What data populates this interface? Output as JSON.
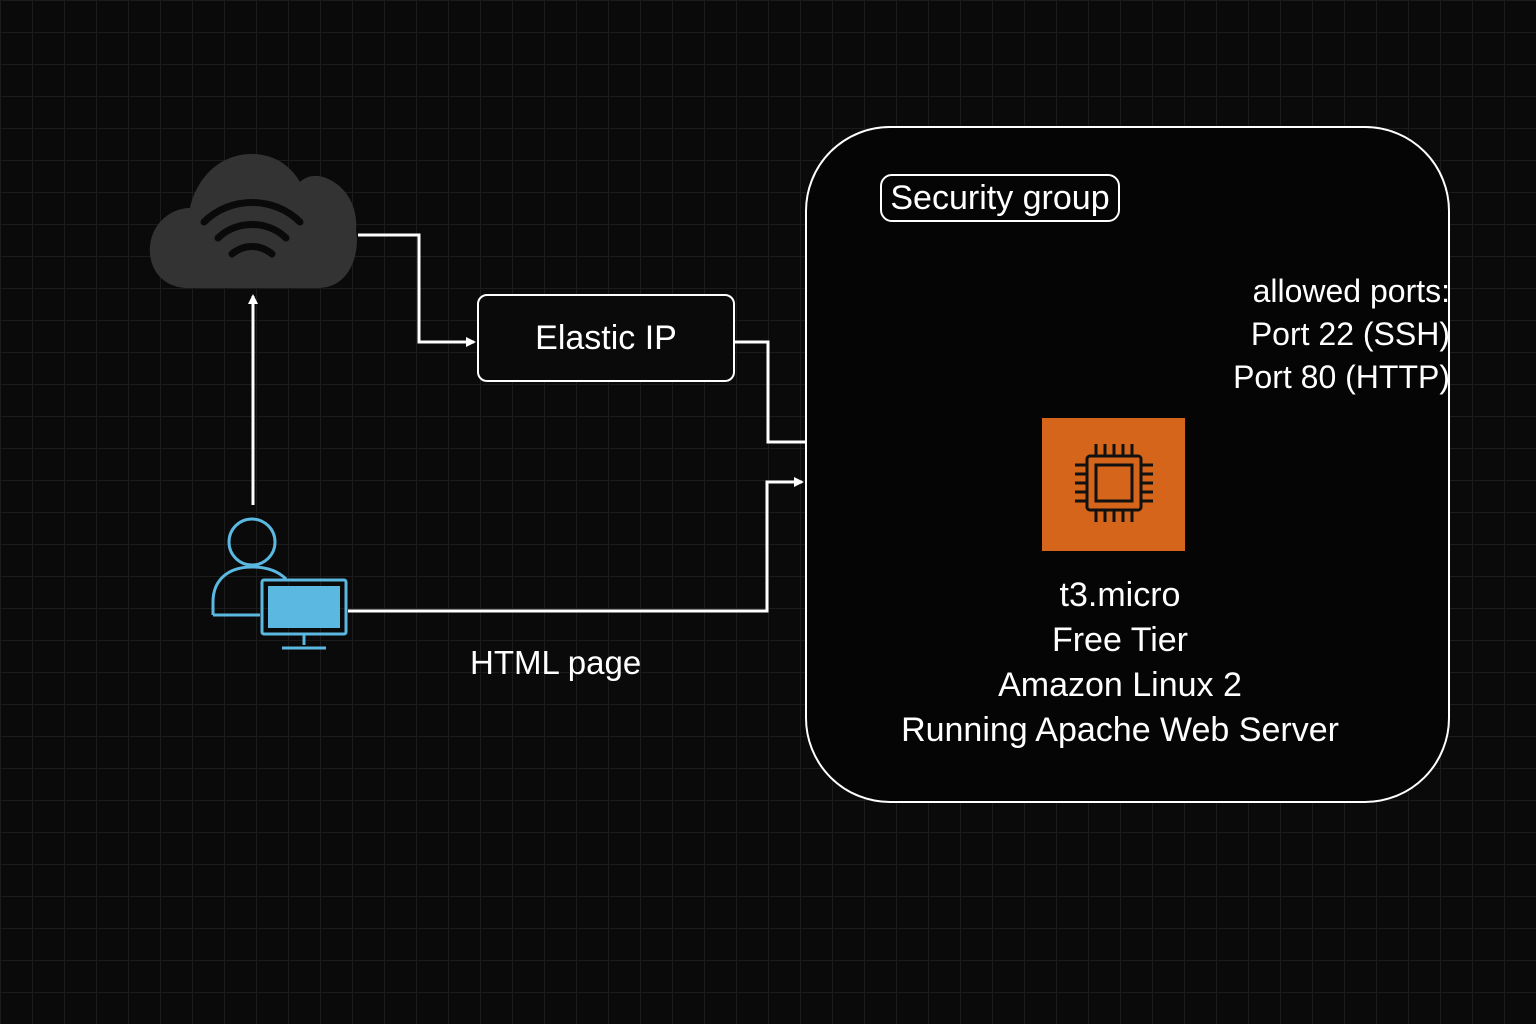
{
  "diagram": {
    "elastic_ip": {
      "label": "Elastic IP"
    },
    "security_group": {
      "label": "Security group",
      "ports_heading": "allowed ports:",
      "ports": [
        "Port 22 (SSH)",
        "Port 80 (HTTP)"
      ]
    },
    "ec2_instance": {
      "icon": "ec2-chip-icon",
      "lines": [
        "t3.micro",
        "Free Tier",
        "Amazon Linux 2",
        "Running Apache Web Server"
      ]
    },
    "connection_label": "HTML page",
    "icons": {
      "internet": "cloud-wifi-icon",
      "user": "user-computer-icon"
    },
    "colors": {
      "background": "#0a0a0a",
      "grid": "#1c1c1c",
      "line": "#ffffff",
      "cloud": "#333333",
      "user_icon": "#5bb8e0",
      "ec2_icon": "#d4651b"
    }
  }
}
